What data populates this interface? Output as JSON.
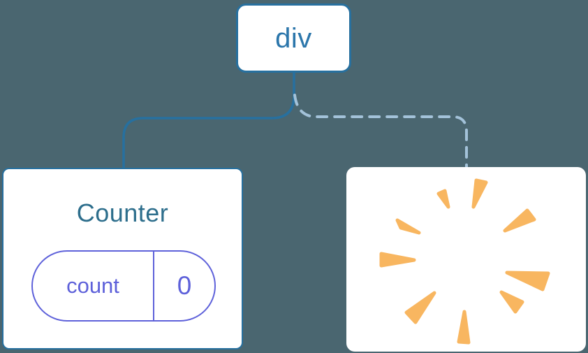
{
  "figure": {
    "type": "render-tree-diagram",
    "root_node": {
      "label": "div"
    },
    "children": [
      {
        "kind": "component",
        "title": "Counter",
        "state": {
          "key": "count",
          "value": "0"
        },
        "link": "solid"
      },
      {
        "kind": "removed-component",
        "icon": "poof-starburst",
        "link": "dashed"
      }
    ]
  },
  "colors": {
    "background": "#4a6670",
    "card_bg": "#ffffff",
    "node_border": "#27709f",
    "node_text": "#2b76ab",
    "counter_title": "#2d6e8c",
    "solid_link": "#27709f",
    "dashed_link": "#a3c2d9",
    "state_accent": "#5e61da",
    "poof": "#f8b660"
  }
}
